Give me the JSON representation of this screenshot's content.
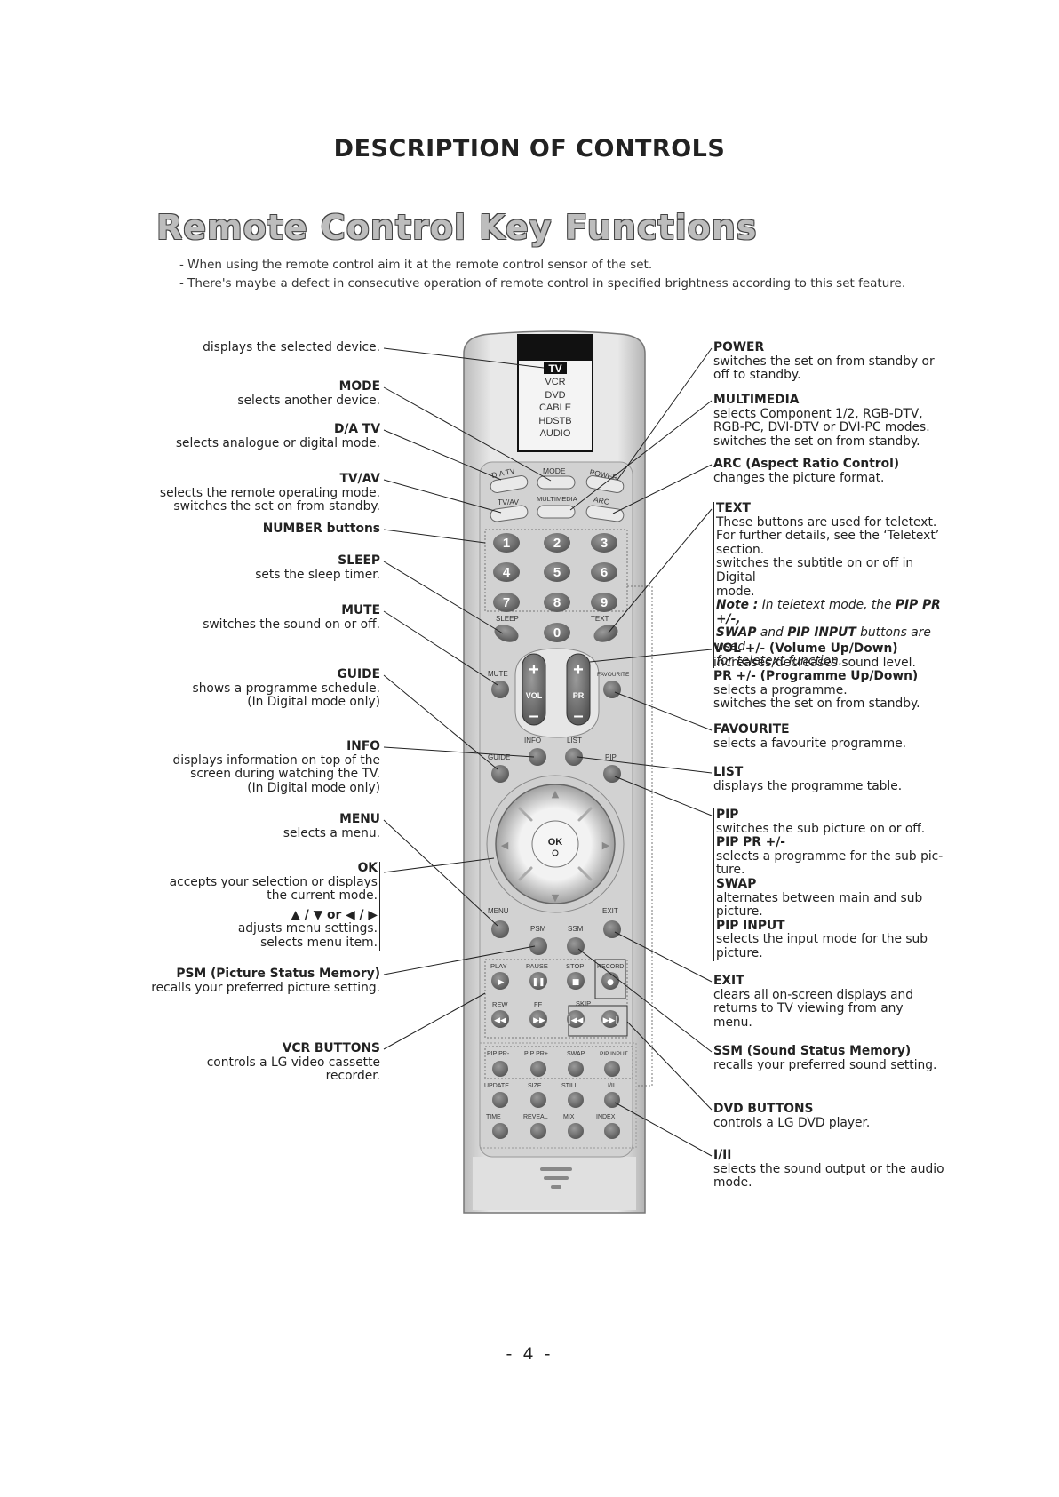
{
  "header": "DESCRIPTION OF CONTROLS",
  "title": "Remote Control Key Functions",
  "notes": [
    "When using the remote control aim it at the remote control sensor of the set.",
    "There's maybe a defect in consecutive operation of remote control in specified brightness according to this set feature."
  ],
  "left": {
    "display": "displays the selected device.",
    "mode_t": "MODE",
    "mode_d": "selects another device.",
    "datv_t": "D/A TV",
    "datv_d": "selects analogue or digital mode.",
    "tvav_t": "TV/AV",
    "tvav_d1": "selects the remote operating mode.",
    "tvav_d2": "switches the set on from standby.",
    "number_t": "NUMBER buttons",
    "sleep_t": "SLEEP",
    "sleep_d": "sets the sleep timer.",
    "mute_t": "MUTE",
    "mute_d": "switches the sound on or off.",
    "guide_t": "GUIDE",
    "guide_d1": "shows a programme schedule.",
    "guide_d2": "(In Digital mode only)",
    "info_t": "INFO",
    "info_d1": "displays information on top of the",
    "info_d2": "screen during watching the TV.",
    "info_d3": "(In Digital mode only)",
    "menu_t": "MENU",
    "menu_d": "selects a menu.",
    "ok_t": "OK",
    "ok_d1": "accepts your selection or displays",
    "ok_d2": "the current mode.",
    "arrows": "▲ / ▼ or ◀ / ▶",
    "arrows_d1": "adjusts menu settings.",
    "arrows_d2": "selects menu item.",
    "psm_t": "PSM (Picture Status Memory)",
    "psm_d": "recalls your preferred picture setting.",
    "vcr_t": "VCR BUTTONS",
    "vcr_d1": "controls a LG video cassette",
    "vcr_d2": "recorder."
  },
  "right": {
    "power_t": "POWER",
    "power_d1": "switches the set on from standby or",
    "power_d2": "off to standby.",
    "mm_t": "MULTIMEDIA",
    "mm_d1": "selects Component 1/2, RGB-DTV,",
    "mm_d2": "RGB-PC, DVI-DTV or DVI-PC modes.",
    "mm_d3": "switches the set on from standby.",
    "arc_t": "ARC (Aspect Ratio Control)",
    "arc_d": "changes the picture format.",
    "text_t": "TEXT",
    "text_d1": "These buttons are used for teletext.",
    "text_d2": "For further details, see the ‘Teletext’",
    "text_d3": "section.",
    "text_d4": "switches the subtitle on or off in Digital",
    "text_d5": "mode.",
    "note1": "Note :",
    "note2": " In teletext mode, the ",
    "note3": "PIP PR +/-,",
    "note4": "SWAP",
    "note5": " and ",
    "note6": "PIP INPUT",
    "note7": " buttons are used",
    "note8": "for teletext function.",
    "vol_t": "VOL +/-  (Volume Up/Down)",
    "vol_d": "increases/decreases sound level.",
    "pr_t": "PR +/-  (Programme Up/Down)",
    "pr_d1": "selects a programme.",
    "pr_d2": "switches the set on from standby.",
    "fav_t": "FAVOURITE",
    "fav_d": "selects a favourite programme.",
    "list_t": "LIST",
    "list_d": "displays the programme table.",
    "pip_t": "PIP",
    "pip_d": "switches the sub picture on or off.",
    "pippr_t": "PIP PR +/-",
    "pippr_d1": "selects a programme for the sub pic-",
    "pippr_d2": "ture.",
    "swap_t": "SWAP",
    "swap_d1": "alternates between main and sub",
    "swap_d2": "picture.",
    "pipin_t": "PIP INPUT",
    "pipin_d1": "selects the input mode for the sub",
    "pipin_d2": "picture.",
    "exit_t": "EXIT",
    "exit_d1": "clears all on-screen displays and",
    "exit_d2": "returns to TV viewing from any",
    "exit_d3": "menu.",
    "ssm_t": "SSM (Sound Status Memory)",
    "ssm_d": "recalls your preferred sound setting.",
    "dvd_t": "DVD BUTTONS",
    "dvd_d": "controls a LG DVD player.",
    "i2_t": "I/II",
    "i2_d1": "selects the sound output or the audio",
    "i2_d2": "mode."
  },
  "remote": {
    "devices": [
      "TV",
      "VCR",
      "DVD",
      "CABLE",
      "HDSTB",
      "AUDIO"
    ],
    "datv": "D/A TV",
    "mode": "MODE",
    "power": "POWER",
    "tvav": "TV/AV",
    "multimedia": "MULTIMEDIA",
    "arc": "ARC",
    "digits": [
      "1",
      "2",
      "3",
      "4",
      "5",
      "6",
      "7",
      "8",
      "9",
      "0"
    ],
    "sleep": "SLEEP",
    "text": "TEXT",
    "mute": "MUTE",
    "vol": "VOL",
    "pr": "PR",
    "favourite": "FAVOURITE",
    "info": "INFO",
    "list": "LIST",
    "guide": "GUIDE",
    "pip": "PIP",
    "ok": "OK",
    "menu": "MENU",
    "psm": "PSM",
    "ssm": "SSM",
    "exit": "EXIT",
    "play": "PLAY",
    "pause": "PAUSE",
    "stop": "STOP",
    "record": "RECORD",
    "rew": "REW",
    "ff": "FF",
    "skip": "SKIP",
    "pippr_minus": "PIP PR-",
    "pippr_plus": "PIP PR+",
    "swap": "SWAP",
    "pipinput": "PIP INPUT",
    "update": "UPDATE",
    "size": "SIZE",
    "still": "STILL",
    "i2": "I/II",
    "time": "TIME",
    "reveal": "REVEAL",
    "mix": "MIX",
    "index": "INDEX"
  },
  "page_number": "- 4 -"
}
